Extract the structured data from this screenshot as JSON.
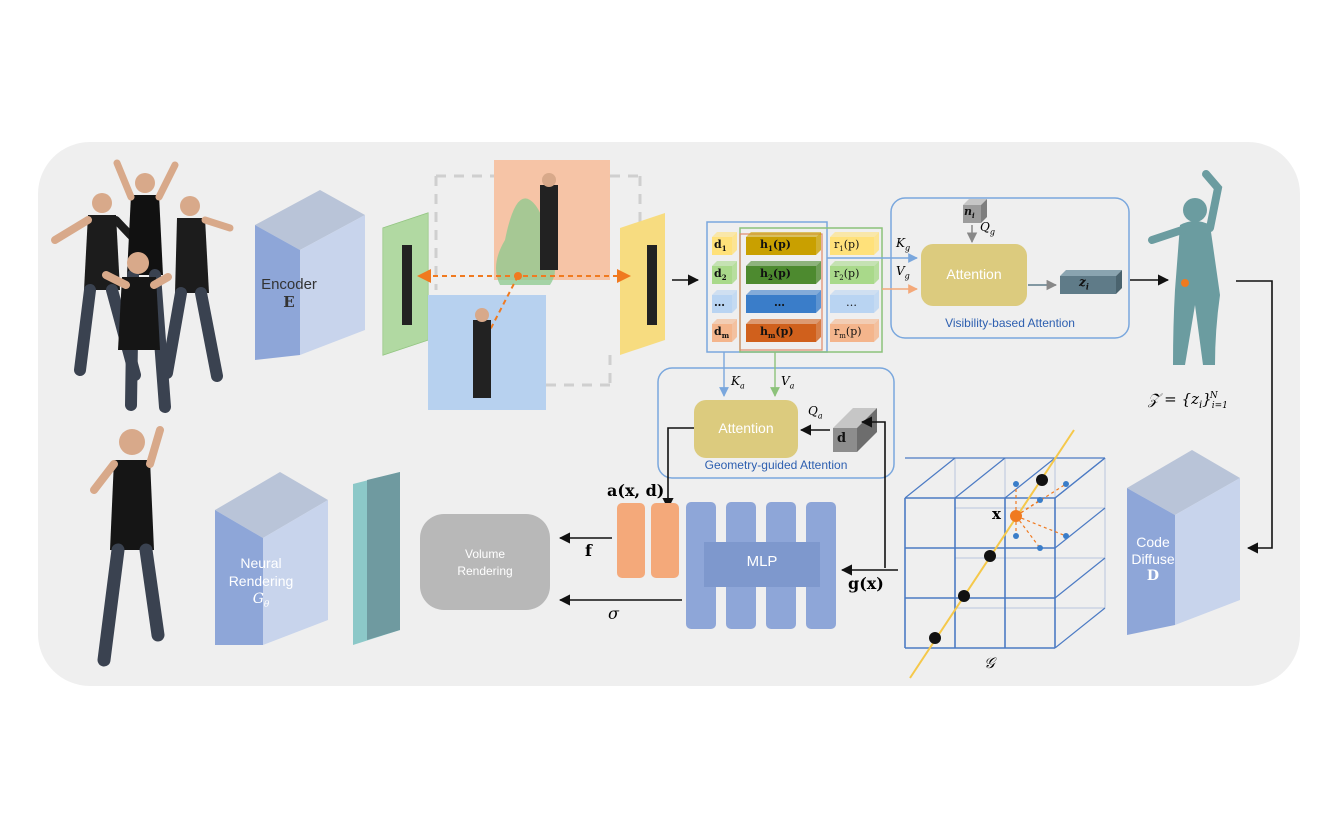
{
  "encoder": {
    "name": "Encoder",
    "symbol": "E"
  },
  "attention_top": {
    "label": "Attention",
    "caption": "Visibility-based Attention",
    "key": "K",
    "key_sub": "g",
    "value": "V",
    "value_sub": "g",
    "query": "Q",
    "query_sub": "g",
    "normal": "n",
    "normal_sub": "i",
    "output": "z",
    "output_sub": "i"
  },
  "attention_bottom": {
    "label": "Attention",
    "caption": "Geometry-guided Attention",
    "key": "K",
    "key_sub": "a",
    "value": "V",
    "value_sub": "a",
    "query": "Q",
    "query_sub": "a",
    "dir": "d"
  },
  "feature_table": {
    "d_col": [
      "d",
      "d",
      "…",
      "d"
    ],
    "d_sub": [
      "1",
      "2",
      "",
      "m"
    ],
    "h_col": [
      "h",
      "h",
      "…",
      "h"
    ],
    "h_sub": [
      "1",
      "2",
      "",
      "m"
    ],
    "h_suffix": "(p)",
    "r_col": [
      "r",
      "r",
      "…",
      "r"
    ],
    "r_sub": [
      "1",
      "2",
      "",
      "m"
    ],
    "r_suffix": "(p)",
    "colors": {
      "h": [
        "#c9a000",
        "#4d8a2f",
        "#3a7dc9",
        "#d0601c"
      ],
      "d": [
        "#ffe17a",
        "#a9d98a",
        "#b9d4f2",
        "#f4b58c"
      ]
    }
  },
  "latent_set": {
    "text": "𝒵 = {z",
    "sub": "i",
    "close": "}",
    "sub2": "i=1",
    "sup": "N"
  },
  "code_diffuse": {
    "line1": "Code",
    "line2": "Diffuse",
    "symbol": "D"
  },
  "neural_rendering": {
    "line1": "Neural",
    "line2": "Rendering",
    "symbol": "G",
    "symbol_sub": "θ"
  },
  "volume_rendering": {
    "line1": "Volume",
    "line2": "Rendering"
  },
  "mlp": {
    "label": "MLP"
  },
  "labels": {
    "appearance": "a(x, d)",
    "feature": "f",
    "sigma": "σ",
    "geometry": "g(x)",
    "point": "x",
    "grid": "𝒢"
  },
  "colors": {
    "bg_panel": "#efefef",
    "blue_box": "#7a9fd4",
    "attention_fill": "#dccb7e",
    "mlp": "#8ea6d8",
    "orange": "#f4a97a",
    "gray_box": "#b8b8b8",
    "teal": "#6f9aa0"
  }
}
